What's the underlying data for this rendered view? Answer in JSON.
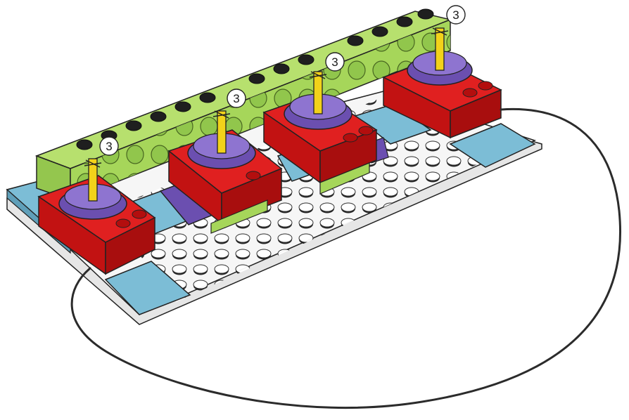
{
  "callouts": [
    {
      "id": "axle-1",
      "label": "3"
    },
    {
      "id": "axle-2",
      "label": "3"
    },
    {
      "id": "axle-3",
      "label": "3"
    },
    {
      "id": "axle-4",
      "label": "3"
    }
  ],
  "colors": {
    "baseplate": "#f4f4f4",
    "stud": "#1e1e1e",
    "tile": "#7cbdd6",
    "beam": "#a6d65a",
    "brick": "#d01616",
    "purple": "#6b4fb0",
    "axle": "#f2d21a",
    "outline": "#222222",
    "cable": "#2b2b2b"
  }
}
